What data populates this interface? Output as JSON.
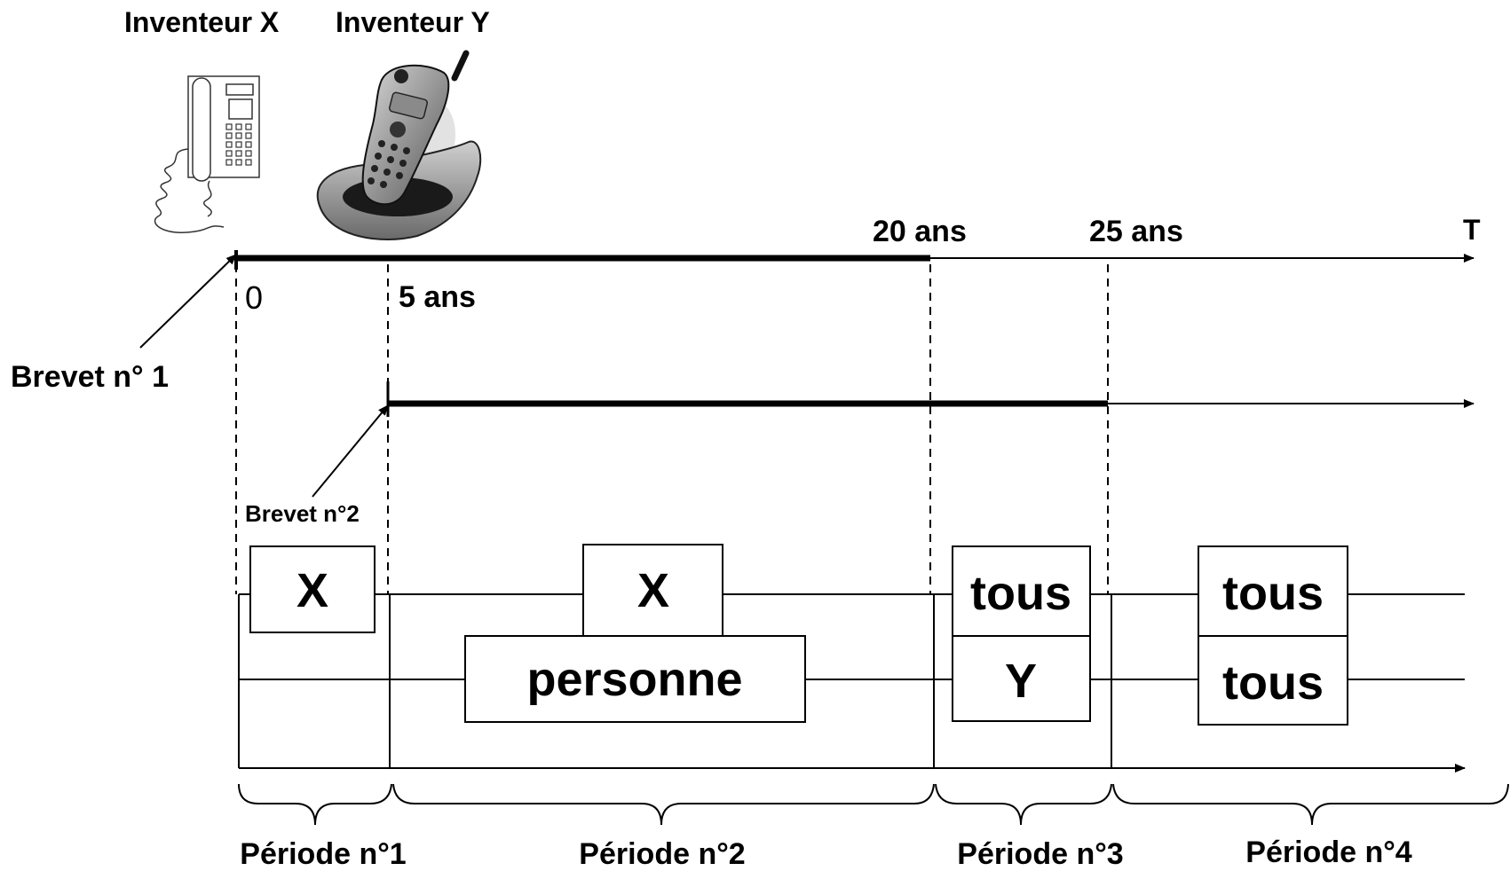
{
  "inventors": {
    "x_label": "Inventeur X",
    "y_label": "Inventeur Y",
    "x_icon": "desk-phone-icon",
    "y_icon": "cordless-phone-icon"
  },
  "timeline": {
    "axis_label": "T",
    "tick_0": "0",
    "tick_5": "5 ans",
    "tick_20": "20 ans",
    "tick_25": "25 ans"
  },
  "patents": {
    "patent1_label": "Brevet n° 1",
    "patent2_label": "Brevet n°2"
  },
  "rights_grid": {
    "period1_top": "X",
    "period2_top": "X",
    "period2_bottom": "personne",
    "period3_top": "tous",
    "period3_bottom": "Y",
    "period4_top": "tous",
    "period4_bottom": "tous"
  },
  "periods": [
    "Période n°1",
    "Période n°2",
    "Période n°3",
    "Période n°4"
  ]
}
